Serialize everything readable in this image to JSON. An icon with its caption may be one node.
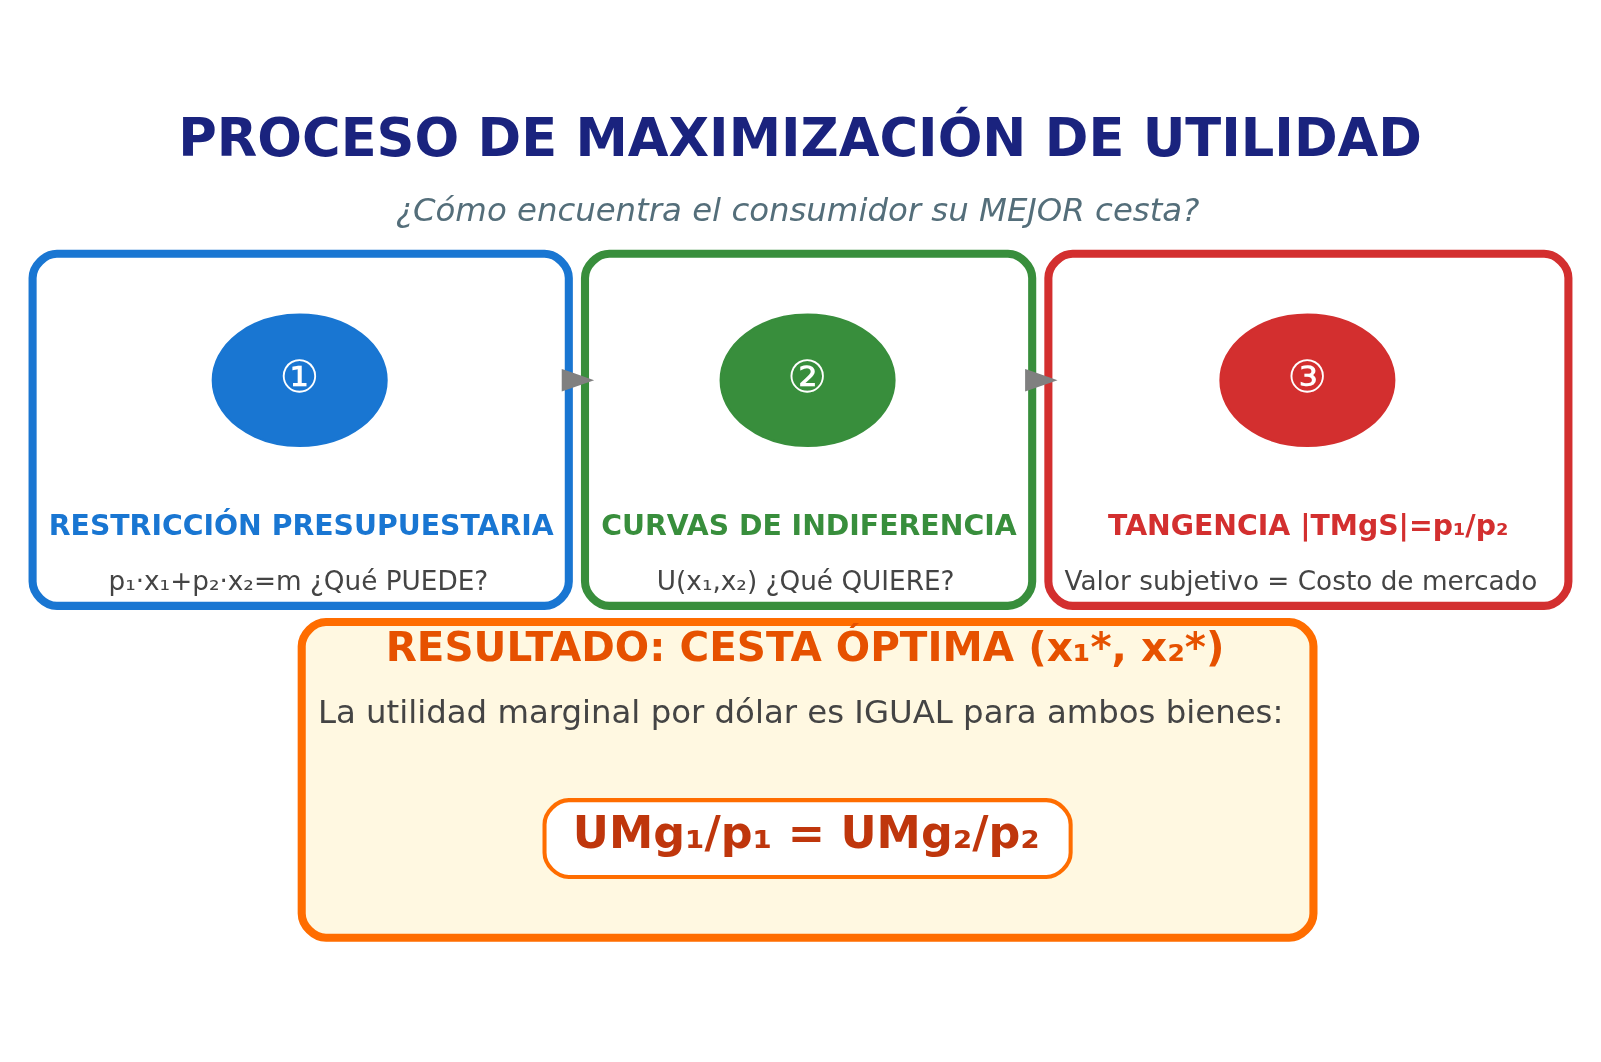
{
  "diagram": {
    "title": "PROCESO DE MAXIMIZACIÓN DE UTILIDAD",
    "caption": "¿Cómo encuentra el consumidor su MEJOR cesta?",
    "nodes": [
      {
        "text": [
          "RESTRICCIÓN PRESUPUESTARIA",
          "p₁·x₁+p₂·x₂=m ¿Qué PUEDE?"
        ]
      },
      {
        "text": [
          "①"
        ],
        "in": 0
      },
      {
        "text": [
          "CURVAS DE INDIFERENCIA",
          "U(x₁,x₂) ¿Qué QUIERE?"
        ]
      },
      {
        "text": [
          "②"
        ],
        "in": 2
      },
      {
        "text": [
          "TANGENCIA |TMgS|=p₁/p₂",
          "Valor subjetivo = Costo de mercado"
        ]
      },
      {
        "text": [
          "③"
        ],
        "in": 4
      },
      {
        "text": [
          "RESULTADO: CESTA ÓPTIMA (x₁*, x₂*)",
          "La utilidad marginal por dólar es IGUAL para ambos bienes:"
        ]
      },
      {
        "text": [
          "UMg₁/p₁ = UMg₂/p₂"
        ],
        "in": 6
      }
    ],
    "edges": [
      {
        "from": 0,
        "to": 2,
        "arrow": "to"
      },
      {
        "from": 2,
        "to": 4,
        "arrow": "to"
      }
    ]
  }
}
